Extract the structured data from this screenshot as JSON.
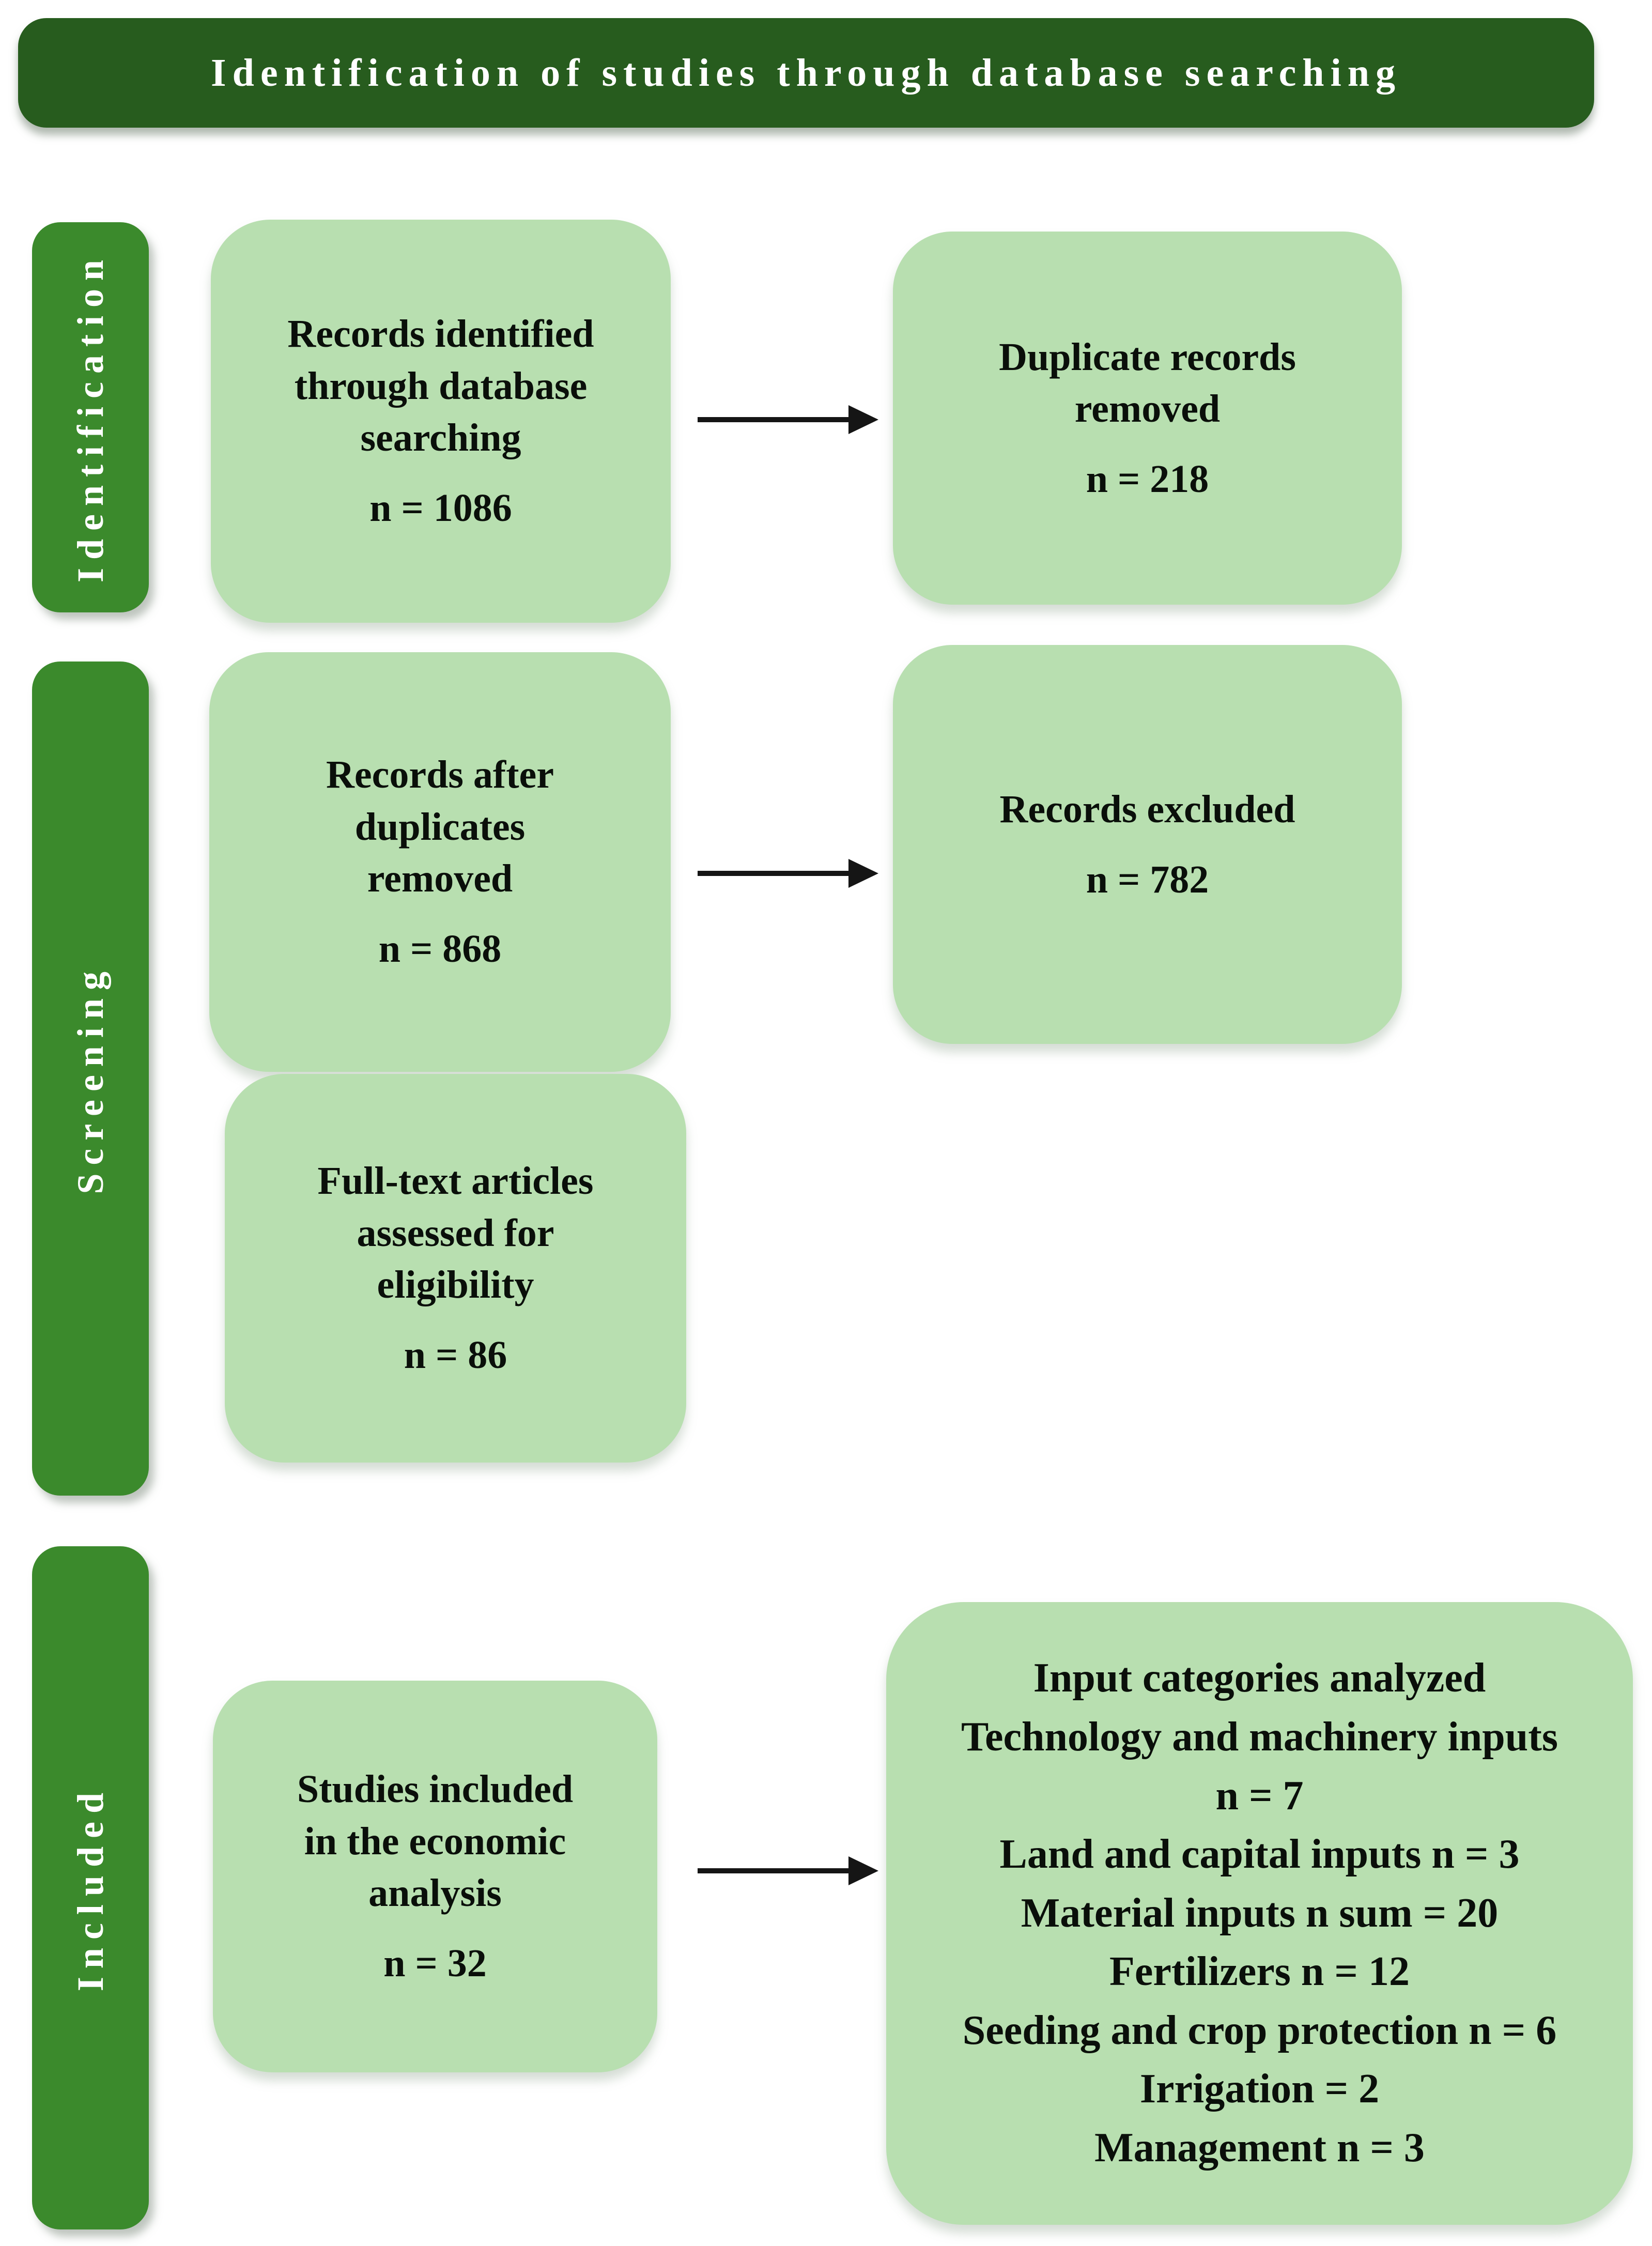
{
  "title_banner": {
    "text": "Identification of studies through database searching"
  },
  "stages": [
    {
      "label": "Identification"
    },
    {
      "label": "Screening"
    },
    {
      "label": "Included"
    }
  ],
  "boxes": {
    "records_identified": {
      "lines": [
        "Records identified",
        "through database",
        "searching"
      ],
      "count": "n = 1086"
    },
    "duplicate_records_removed": {
      "lines": [
        "Duplicate records",
        "removed"
      ],
      "count": "n = 218"
    },
    "records_after_duplicates": {
      "lines": [
        "Records after",
        "duplicates",
        "removed"
      ],
      "count": "n = 868"
    },
    "records_excluded": {
      "lines": [
        "Records excluded"
      ],
      "count": "n = 782"
    },
    "fulltext_assessed": {
      "lines": [
        "Full-text articles",
        "assessed for",
        "eligibility"
      ],
      "count": "n = 86"
    },
    "studies_included": {
      "lines": [
        "Studies included",
        "in the economic",
        "analysis"
      ],
      "count": "n = 32"
    },
    "input_categories": {
      "lines": [
        "Input categories analyzed",
        "Technology and machinery inputs",
        "n = 7",
        "Land and capital inputs n = 3",
        "Material inputs n sum = 20",
        "Fertilizers n = 12",
        "Seeding and crop protection n = 6",
        "Irrigation = 2",
        "Management n = 3"
      ]
    }
  },
  "colors": {
    "banner_bg": "#275c1e",
    "stage_bg": "#3b8a2c",
    "box_bg": "#b8dfb0",
    "banner_text": "#ffffff",
    "box_text": "#0a0f0a",
    "arrow": "#151515"
  }
}
